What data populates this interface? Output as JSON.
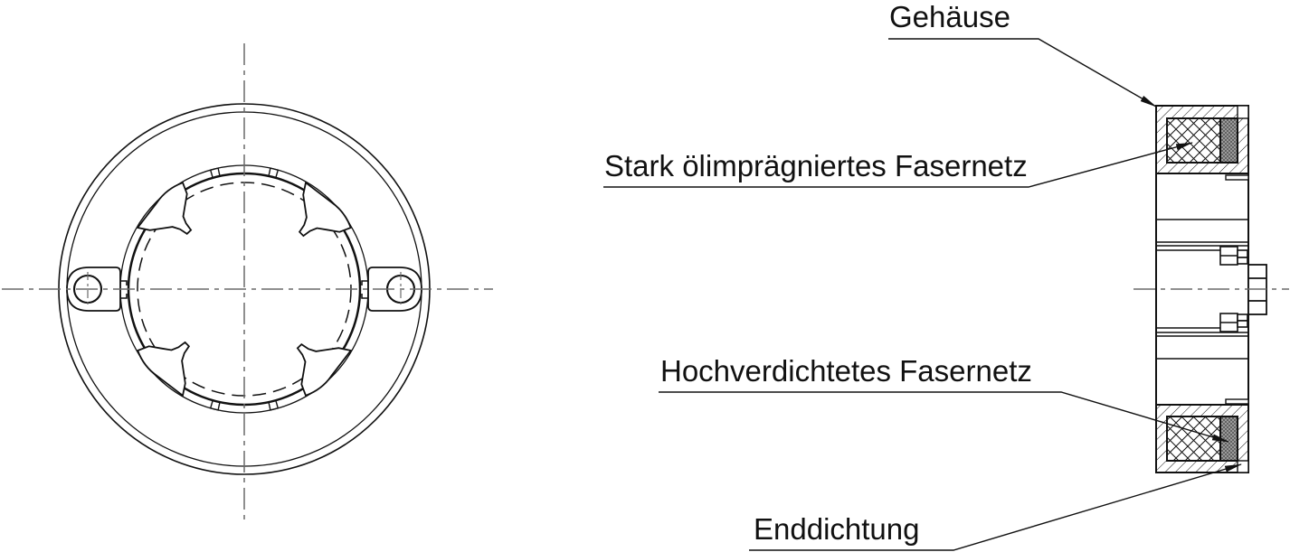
{
  "drawing": {
    "labels": {
      "housing": {
        "text": "Gehäuse"
      },
      "oil_impregnated_fiber": {
        "text": "Stark ölimprägniertes Fasernetz"
      },
      "high_density_fiber": {
        "text": "Hochverdichtetes Fasernetz"
      },
      "end_seal": {
        "text": "Enddichtung"
      }
    },
    "colors": {
      "line": "#111111",
      "centerline": "#6a6a6a",
      "stipple_fill": "#8f8f8f",
      "background": "#ffffff"
    }
  }
}
